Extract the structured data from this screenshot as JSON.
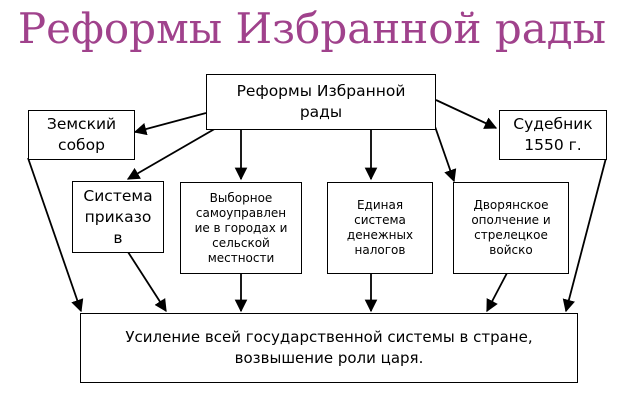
{
  "title": "Реформы Избранной рады",
  "nodes": {
    "center": "Реформы Избранной\nрады",
    "zemsky": "Земский\nсобор",
    "sudebnik": "Судебник\n1550 г.",
    "prikaz": "Система\nприказо\nв",
    "selfgov": "Выборное\nсамоуправлен\nие в городах и\nсельской\nместности",
    "tax": "Единая\nсистема\nденежных\nналогов",
    "army": "Дворянское\nополчение и\nстрелецкое\nвойско",
    "result": "Усиление всей государственной системы в стране,\nвозвышение роли царя."
  }
}
